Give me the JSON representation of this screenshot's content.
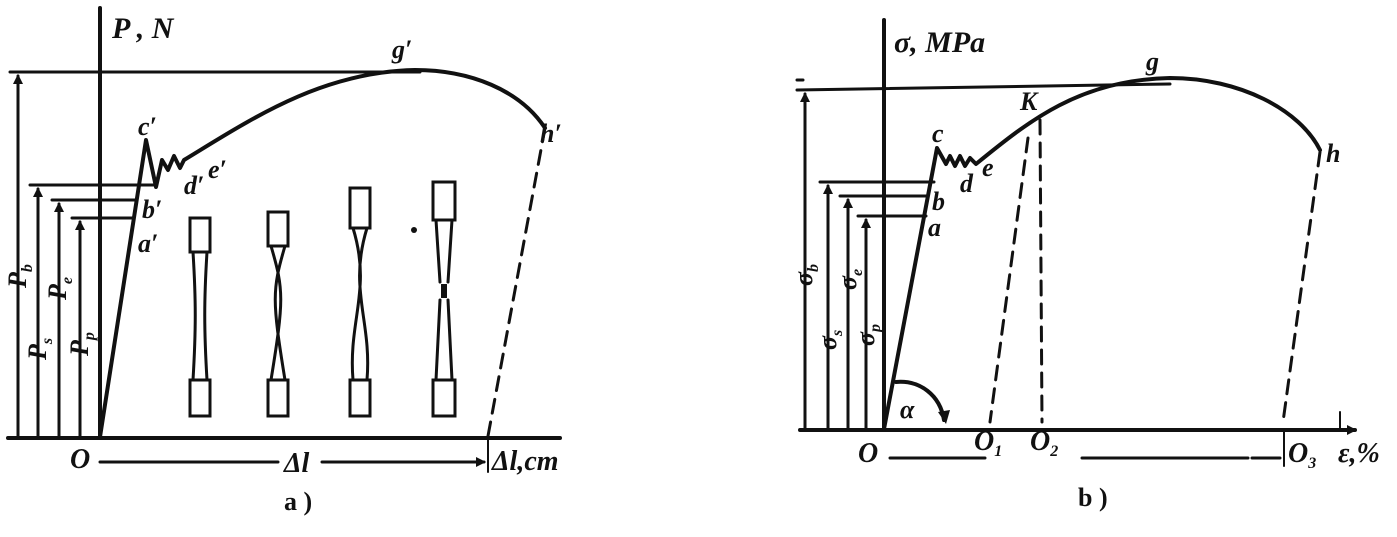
{
  "panel_a": {
    "y_axis_label": "P , N",
    "x_axis_label": "Δl,cm",
    "extension_label": "Δl",
    "origin_label": "O",
    "caption": "a )",
    "points": {
      "a": "a′",
      "b": "b′",
      "c": "c′",
      "d": "d′",
      "e": "e′",
      "g": "g′",
      "h": "h′"
    },
    "ordinate_labels": {
      "pb": "P",
      "pb_sub": "b",
      "ps": "P",
      "ps_sub": "s",
      "pe": "P",
      "pe_sub": "e",
      "pp": "P",
      "pp_sub": "p"
    }
  },
  "panel_b": {
    "y_axis_label": "σ, MPa",
    "x_axis_label": "ε,%",
    "origin_label": "O",
    "caption": "b )",
    "angle_label": "α",
    "points": {
      "a": "a",
      "b": "b",
      "c": "c",
      "d": "d",
      "e": "e",
      "g": "g",
      "h": "h",
      "k": "K"
    },
    "x_points": {
      "o1": "O",
      "o1_sub": "1",
      "o2": "O",
      "o2_sub": "2",
      "o3": "O",
      "o3_sub": "3"
    },
    "ordinate_labels": {
      "sb": "σ",
      "sb_sub": "b",
      "ss": "σ",
      "ss_sub": "s",
      "se": "σ",
      "se_sub": "e",
      "sp": "σ",
      "sp_sub": "p"
    }
  }
}
